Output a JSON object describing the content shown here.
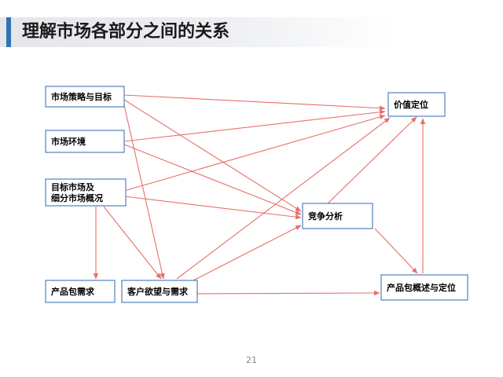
{
  "slide": {
    "title": "理解市场各部分之间的关系",
    "page_number": "21"
  },
  "colors": {
    "accent": "#2e74b5",
    "node_border": "#4f81bd",
    "arrow": "#e8706a"
  },
  "diagram": {
    "nodes": [
      {
        "id": "strategy",
        "lines": [
          "市场策略与目标"
        ]
      },
      {
        "id": "environment",
        "lines": [
          "市场环境"
        ]
      },
      {
        "id": "target",
        "lines": [
          "目标市场及",
          "细分市场概况"
        ]
      },
      {
        "id": "product_need",
        "lines": [
          "产品包需求"
        ]
      },
      {
        "id": "customer",
        "lines": [
          "客户欲望与需求"
        ]
      },
      {
        "id": "value",
        "lines": [
          "价值定位"
        ]
      },
      {
        "id": "competition",
        "lines": [
          "竞争分析"
        ]
      },
      {
        "id": "product_pos",
        "lines": [
          "产品包概述与定位"
        ]
      }
    ],
    "edges": [
      {
        "from": "strategy",
        "to": "value"
      },
      {
        "from": "strategy",
        "to": "competition"
      },
      {
        "from": "strategy",
        "to": "customer"
      },
      {
        "from": "environment",
        "to": "value"
      },
      {
        "from": "environment",
        "to": "competition"
      },
      {
        "from": "target",
        "to": "value"
      },
      {
        "from": "target",
        "to": "competition"
      },
      {
        "from": "target",
        "to": "product_need"
      },
      {
        "from": "target",
        "to": "customer"
      },
      {
        "from": "customer",
        "to": "value"
      },
      {
        "from": "customer",
        "to": "competition"
      },
      {
        "from": "customer",
        "to": "product_pos"
      },
      {
        "from": "competition",
        "to": "value"
      },
      {
        "from": "competition",
        "to": "product_pos"
      },
      {
        "from": "product_pos",
        "to": "value"
      }
    ]
  }
}
